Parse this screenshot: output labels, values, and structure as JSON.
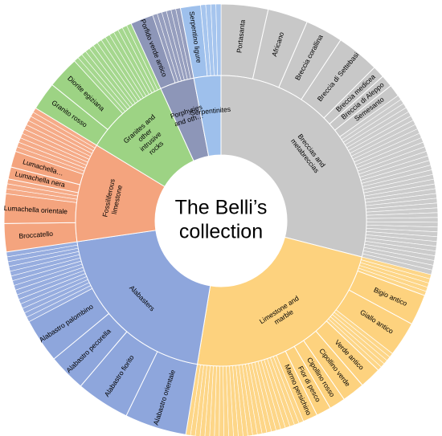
{
  "chart_data": {
    "type": "sunburst",
    "title": "The Belli's collection",
    "title_lines": [
      "The Belli’s",
      "collection"
    ],
    "palette": {
      "Breccias and metabreccias": "#c8c8c8",
      "Limestone and marble": "#fdd27e",
      "Alabasters": "#8ea6dc",
      "Fossiliferous limestone": "#f4a47e",
      "Granites and other intrusive rocks": "#9dd384",
      "Porphyries and other effusive rocks": "#8d96b8",
      "Serpentinites": "#9ec0ec",
      "divider": "#ffffff"
    },
    "categories": [
      {
        "name": "Breccias and metabreccias",
        "label": "Breccias and metabreccias",
        "value": 29,
        "children": [
          {
            "name": "Portasanta",
            "value": 3.5
          },
          {
            "name": "Africano",
            "value": 3
          },
          {
            "name": "Breccia corallina",
            "value": 2.8
          },
          {
            "name": "Breccia di Settebasi",
            "value": 3.2
          },
          {
            "name": "Breccia medicea",
            "value": 0.9
          },
          {
            "name": "Breccia di Aleppo",
            "value": 0.9
          },
          {
            "name": "Semesanto",
            "value": 0.9
          },
          {
            "name": "",
            "value": 13.8
          }
        ]
      },
      {
        "name": "Limestone and marble",
        "label": "Limestone and marble",
        "value": 23.6,
        "children": [
          {
            "name": "",
            "value": 1.6
          },
          {
            "name": "Bigio antico",
            "value": 2.3
          },
          {
            "name": "Giallo antico",
            "value": 2.6
          },
          {
            "name": "",
            "value": 1.6
          },
          {
            "name": "Verde antico",
            "value": 1.6
          },
          {
            "name": "Cipollino verde",
            "value": 1.7
          },
          {
            "name": "Cipollino rosso",
            "value": 1.2
          },
          {
            "name": "Fior di pesco",
            "value": 1.1
          },
          {
            "name": "Marmo persichino",
            "value": 1.1
          },
          {
            "name": "",
            "value": 8.8
          }
        ]
      },
      {
        "name": "Alabasters",
        "label": "Alabasters",
        "value": 20.1,
        "children": [
          {
            "name": "Alabastro orientale",
            "value": 4.6
          },
          {
            "name": "Alabastro fiorito",
            "value": 4
          },
          {
            "name": "Alabastro pecorella",
            "value": 2.8
          },
          {
            "name": "Alabastro palombino",
            "value": 3.3
          },
          {
            "name": "",
            "value": 5.4
          }
        ]
      },
      {
        "name": "Fossiliferous limestone",
        "label": "Fossiliferous limestone",
        "value": 11,
        "children": [
          {
            "name": "Broccatello",
            "value": 2.1
          },
          {
            "name": "Lumachella orientale",
            "value": 2.2
          },
          {
            "name": "",
            "value": 1.1
          },
          {
            "name": "Lumachella nera",
            "value": 0.9
          },
          {
            "name": "Lumachella…",
            "value": 1.2
          },
          {
            "name": "",
            "value": 3.5
          }
        ]
      },
      {
        "name": "Granites and other intrusive rocks",
        "label": "Granites and other intrusive rocks",
        "value": 9.5,
        "children": [
          {
            "name": "Granito rosso",
            "value": 2.1
          },
          {
            "name": "Diorite egiziana",
            "value": 2.4
          },
          {
            "name": "",
            "value": 5
          }
        ]
      },
      {
        "name": "Porphyries and other effusive rocks",
        "label": "Porphyries and oth…",
        "value": 3.8,
        "children": [
          {
            "name": "Porfido verde antico",
            "value": 1.7
          },
          {
            "name": "",
            "value": 2.1
          }
        ]
      },
      {
        "name": "Serpentinites",
        "label": "Serpentinites",
        "value": 3,
        "children": [
          {
            "name": "Serpentino ligure",
            "value": 1.5
          },
          {
            "name": "",
            "value": 1.5
          }
        ]
      }
    ]
  }
}
